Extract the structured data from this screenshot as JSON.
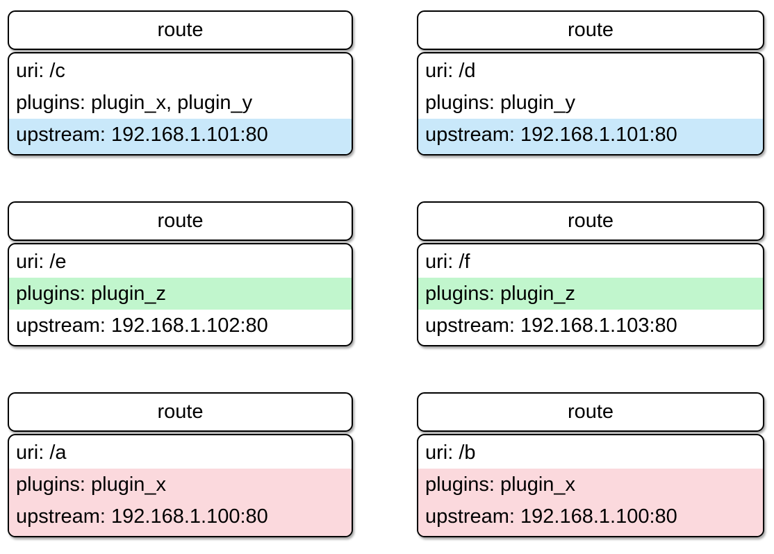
{
  "colors": {
    "page_background": "#ffffff",
    "card_background": "#ffffff",
    "card_border": "#000000",
    "text": "#000000",
    "highlight_blue": "#c9e8fa",
    "highlight_green": "#c1f6cd",
    "highlight_pink": "#fbd9dd"
  },
  "cards": [
    {
      "id": "c",
      "title": "route",
      "lines": [
        {
          "name": "uri-line",
          "text": "uri: /c",
          "highlight": "none"
        },
        {
          "name": "plugins-line",
          "text": "plugins: plugin_x, plugin_y",
          "highlight": "none"
        },
        {
          "name": "upstream-line",
          "text": "upstream: 192.168.1.101:80",
          "highlight": "blue"
        }
      ]
    },
    {
      "id": "d",
      "title": "route",
      "lines": [
        {
          "name": "uri-line",
          "text": "uri: /d",
          "highlight": "none"
        },
        {
          "name": "plugins-line",
          "text": "plugins: plugin_y",
          "highlight": "none"
        },
        {
          "name": "upstream-line",
          "text": "upstream: 192.168.1.101:80",
          "highlight": "blue"
        }
      ]
    },
    {
      "id": "e",
      "title": "route",
      "lines": [
        {
          "name": "uri-line",
          "text": "uri: /e",
          "highlight": "none"
        },
        {
          "name": "plugins-line",
          "text": "plugins: plugin_z",
          "highlight": "green"
        },
        {
          "name": "upstream-line",
          "text": "upstream: 192.168.1.102:80",
          "highlight": "none"
        }
      ]
    },
    {
      "id": "f",
      "title": "route",
      "lines": [
        {
          "name": "uri-line",
          "text": "uri: /f",
          "highlight": "none"
        },
        {
          "name": "plugins-line",
          "text": "plugins: plugin_z",
          "highlight": "green"
        },
        {
          "name": "upstream-line",
          "text": "upstream: 192.168.1.103:80",
          "highlight": "none"
        }
      ]
    },
    {
      "id": "a",
      "title": "route",
      "lines": [
        {
          "name": "uri-line",
          "text": "uri: /a",
          "highlight": "none"
        },
        {
          "name": "plugins-line",
          "text": "plugins: plugin_x",
          "highlight": "pink"
        },
        {
          "name": "upstream-line",
          "text": "upstream: 192.168.1.100:80",
          "highlight": "pink"
        }
      ]
    },
    {
      "id": "b",
      "title": "route",
      "lines": [
        {
          "name": "uri-line",
          "text": "uri: /b",
          "highlight": "none"
        },
        {
          "name": "plugins-line",
          "text": "plugins: plugin_x",
          "highlight": "pink"
        },
        {
          "name": "upstream-line",
          "text": "upstream: 192.168.1.100:80",
          "highlight": "pink"
        }
      ]
    }
  ]
}
